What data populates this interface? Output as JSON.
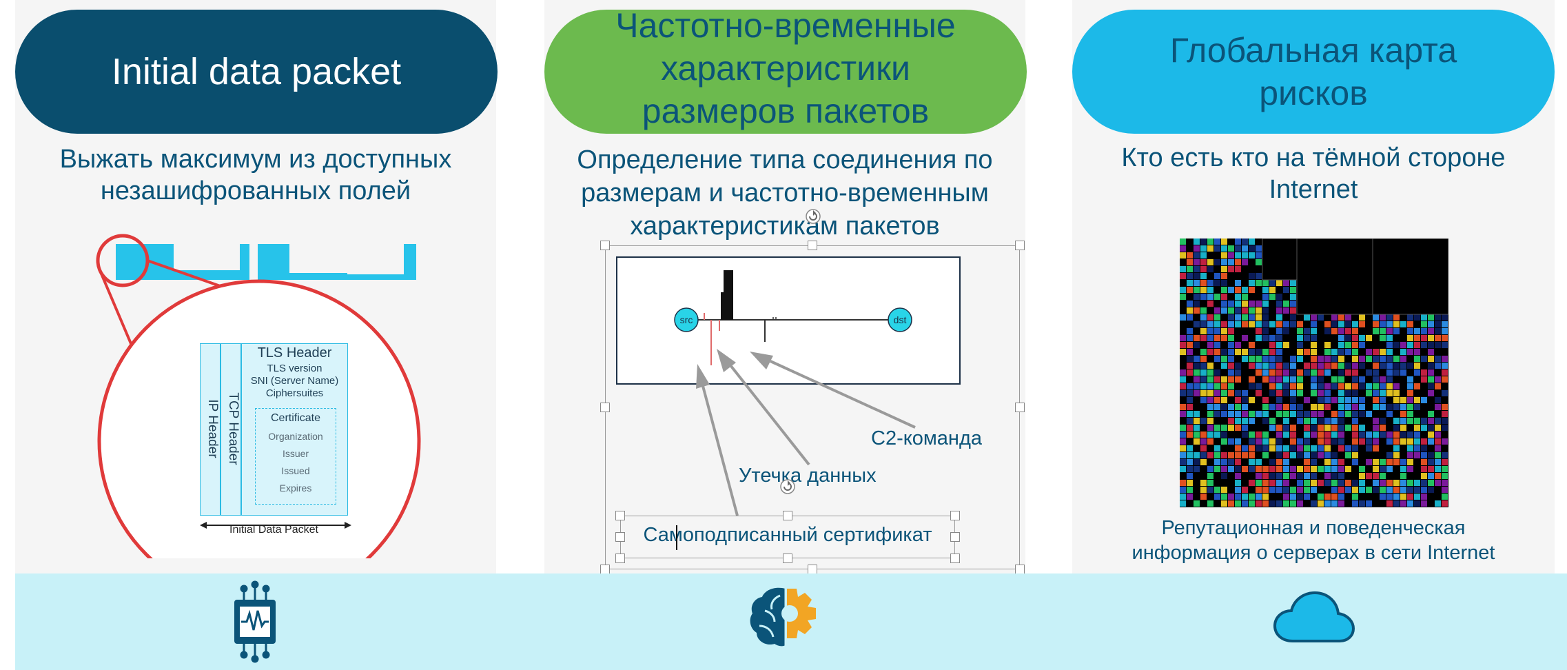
{
  "columns": [
    {
      "title": "Initial data packet",
      "subtitle": "Выжать максимум из доступных\nнезашифрованных полей",
      "colors": {
        "pill": "#0a4e6e",
        "text": "#ffffff"
      }
    },
    {
      "title": "Частотно-временные\nхарактеристики\nразмеров пакетов",
      "subtitle": "Определение типа соединения по\nразмерам и частотно-временным\nхарактеристикам пакетов",
      "colors": {
        "pill": "#6cba4e",
        "text": "#0b5479"
      }
    },
    {
      "title": "Глобальная карта\nрисков",
      "subtitle": "Кто есть кто на тёмной стороне\nInternet",
      "caption": "Репутационная и поведенческая\nинформация о серверах в сети Internet",
      "colors": {
        "pill": "#1cb9e8",
        "text": "#0b5479"
      }
    }
  ],
  "tls_diagram": {
    "tls_header": "TLS Header",
    "tls_version": "TLS version",
    "sni": "SNI (Server Name)",
    "ciphersuites": "Ciphersuites",
    "certificate": "Certificate",
    "organization": "Organization",
    "issuer": "Issuer",
    "issued": "Issued",
    "expires": "Expires",
    "tcp_header": "TCP Header",
    "ip_header": "IP Header",
    "footer": "Initial Data Packet"
  },
  "flow_diagram": {
    "src": "src",
    "dst": "dst",
    "c2": "С2-команда",
    "leak": "Утечка данных",
    "selfsigned": "Самоподписанный сертификат"
  },
  "icons": [
    "chip-waveform-icon",
    "brain-gear-icon",
    "cloud-icon"
  ]
}
